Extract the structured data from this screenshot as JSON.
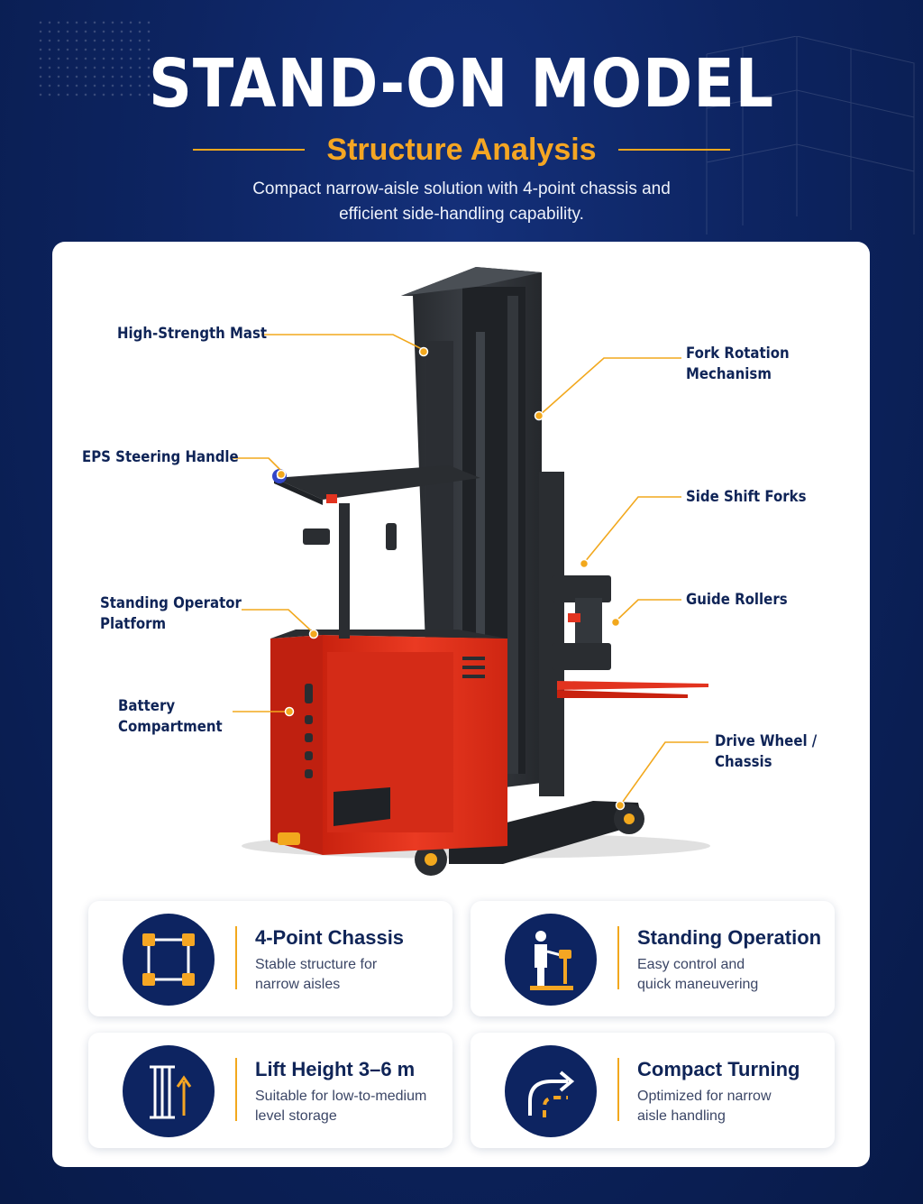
{
  "header": {
    "title": "STAND-ON MODEL",
    "subtitle": "Structure Analysis",
    "tagline_line1": "Compact narrow-aisle solution with 4-point chassis and",
    "tagline_line2": "efficient side-handling capability."
  },
  "callouts": {
    "mast": "High-Strength Mast",
    "fork_rotation_1": "Fork Rotation",
    "fork_rotation_2": "Mechanism",
    "eps": "EPS Steering Handle",
    "side_shift": "Side Shift Forks",
    "platform_1": "Standing Operator",
    "platform_2": "Platform",
    "guide_rollers": "Guide Rollers",
    "battery_1": "Battery",
    "battery_2": "Compartment",
    "drive_1": "Drive Wheel /",
    "drive_2": "Chassis"
  },
  "features": [
    {
      "title": "4-Point Chassis",
      "desc_1": "Stable structure for",
      "desc_2": "narrow aisles",
      "icon": "chassis-icon"
    },
    {
      "title": "Standing Operation",
      "desc_1": "Easy control and",
      "desc_2": "quick maneuvering",
      "icon": "operator-icon"
    },
    {
      "title": "Lift Height 3–6 m",
      "desc_1": "Suitable for low-to-medium",
      "desc_2": "level storage",
      "icon": "mast-lift-icon"
    },
    {
      "title": "Compact Turning",
      "desc_1": "Optimized for narrow",
      "desc_2": "aisle handling",
      "icon": "turn-arrow-icon"
    }
  ],
  "colors": {
    "navy": "#0d2461",
    "gold": "#f5a623",
    "truck_red": "#e2331f",
    "mast_dark": "#2d3035"
  }
}
